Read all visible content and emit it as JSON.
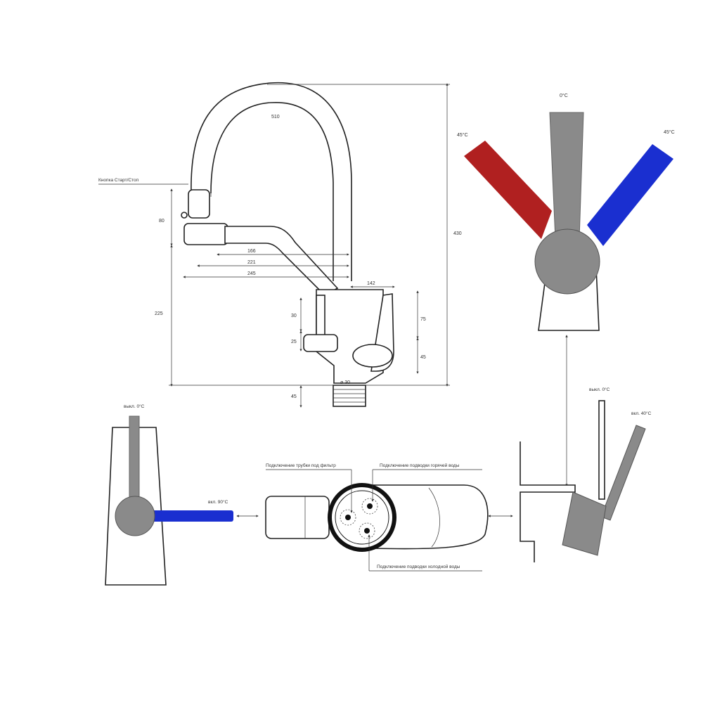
{
  "colors": {
    "hot": "#b02020",
    "cold": "#1a2fd0",
    "handle": "#8a8a8a",
    "outline": "#222222"
  },
  "labels": {
    "start_stop_button": "Кнопка Старт/Стоп",
    "filter_tube": "Подключение трубки под фильтр",
    "hot_water": "Подключение подводки горячей воды",
    "cold_water": "Подключение подводки холодной воды",
    "off_0_top_right": "выкл. 0°С",
    "off_40": "вкл. 40°С",
    "off_0_left": "выкл. 0°С",
    "on_90": "вкл. 90°С"
  },
  "temps": {
    "center": "0°С",
    "left": "45°С",
    "right": "45°С"
  },
  "dimensions": {
    "d510": "510",
    "d80": "80",
    "d166": "166",
    "d221": "221",
    "d245": "245",
    "d430": "430",
    "d142": "142",
    "d225": "225",
    "d30": "30",
    "d25": "25",
    "d75": "75",
    "d45a": "45",
    "d45b": "45",
    "d_thread": "ø 30"
  }
}
